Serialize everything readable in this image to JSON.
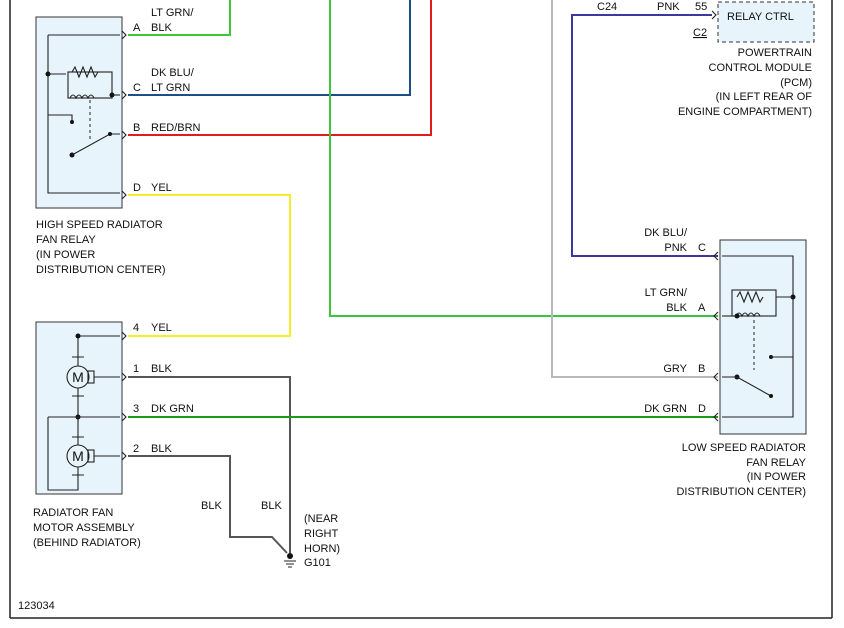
{
  "diagram_id": "123034",
  "colors": {
    "lt_grn_blk": "#3cc63c",
    "dk_blu_lt_grn": "#1d4f86",
    "red_brn": "#e31b1b",
    "yel": "#f4ee2a",
    "blk": "#555555",
    "dk_grn": "#1a9a1a",
    "dk_blu_pnk": "#3b3a9a",
    "gry": "#b8b8b8",
    "box_fill": "#e8f4fc"
  },
  "high_relay": {
    "label": [
      "HIGH SPEED RADIATOR",
      "FAN RELAY",
      "(IN POWER",
      "DISTRIBUTION CENTER)"
    ],
    "pins": {
      "a": "A",
      "c": "C",
      "b": "B",
      "d": "D"
    },
    "wires": {
      "a": [
        "LT GRN/",
        "BLK"
      ],
      "c": [
        "DK BLU/",
        "LT GRN"
      ],
      "b": "RED/BRN",
      "d": "YEL"
    }
  },
  "motor": {
    "label": [
      "RADIATOR FAN",
      "MOTOR ASSEMBLY",
      "(BEHIND RADIATOR)"
    ],
    "symbol": "M",
    "pins": {
      "p4": "4",
      "p1": "1",
      "p3": "3",
      "p2": "2"
    },
    "wires": {
      "p4": "YEL",
      "p1": "BLK",
      "p3": "DK GRN",
      "p2": "BLK"
    }
  },
  "ground": {
    "wire_left": "BLK",
    "wire_right": "BLK",
    "location": [
      "(NEAR",
      "RIGHT",
      "HORN)"
    ],
    "id": "G101"
  },
  "pcm": {
    "connector_left": "C24",
    "wire": "PNK",
    "pin": "55",
    "box_label": "RELAY CTRL",
    "connector": "C2",
    "label": [
      "POWERTRAIN",
      "CONTROL MODULE",
      "(PCM)",
      "(IN LEFT REAR OF",
      "ENGINE COMPARTMENT)"
    ]
  },
  "low_relay": {
    "label": [
      "LOW SPEED RADIATOR",
      "FAN RELAY",
      "(IN POWER",
      "DISTRIBUTION CENTER)"
    ],
    "pins": {
      "c": "C",
      "a": "A",
      "b": "B",
      "d": "D"
    },
    "wires": {
      "c": [
        "DK BLU/",
        "PNK"
      ],
      "a": [
        "LT GRN/",
        "BLK"
      ],
      "b": "GRY",
      "d": "DK GRN"
    }
  }
}
